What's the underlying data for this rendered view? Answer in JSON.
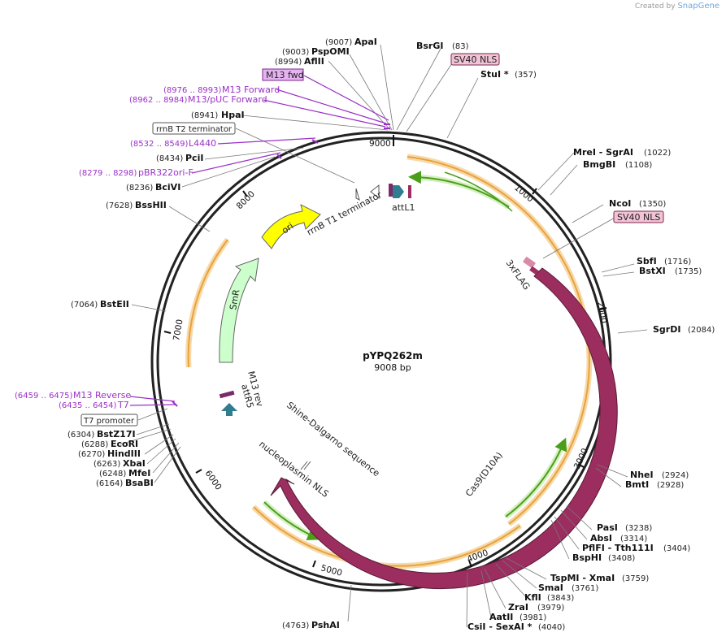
{
  "watermark": {
    "created_by": "Created by",
    "brand": "SnapGene"
  },
  "plasmid": {
    "name": "pYPQ262m",
    "size": "9008 bp"
  },
  "ticks": [
    "9000",
    "1000",
    "2000",
    "3000",
    "4000",
    "5000",
    "6000",
    "7000",
    "8000"
  ],
  "enzymes": [
    {
      "pos": "(9007)",
      "name": "ApaI"
    },
    {
      "pos": "(9003)",
      "name": "PspOMI"
    },
    {
      "pos": "(8994)",
      "name": "AflII"
    },
    {
      "pos": "(8941)",
      "name": "HpaI"
    },
    {
      "pos": "(8434)",
      "name": "PciI"
    },
    {
      "pos": "(8236)",
      "name": "BciVI"
    },
    {
      "pos": "(7628)",
      "name": "BssHII"
    },
    {
      "pos": "(7064)",
      "name": "BstEII"
    },
    {
      "pos": "(6304)",
      "name": "BstZ17I"
    },
    {
      "pos": "(6288)",
      "name": "EcoRI"
    },
    {
      "pos": "(6270)",
      "name": "HindIII"
    },
    {
      "pos": "(6263)",
      "name": "XbaI"
    },
    {
      "pos": "(6248)",
      "name": "MfeI"
    },
    {
      "pos": "(6164)",
      "name": "BsaBI"
    },
    {
      "pos": "(4763)",
      "name": "PshAI"
    },
    {
      "pos": "(83)",
      "name": "BsrGI"
    },
    {
      "pos": "(357)",
      "name": "StuI *"
    },
    {
      "pos": "(1022)",
      "name": "MreI - SgrAI"
    },
    {
      "pos": "(1108)",
      "name": "BmgBI"
    },
    {
      "pos": "(1350)",
      "name": "NcoI"
    },
    {
      "pos": "(1716)",
      "name": "SbfI"
    },
    {
      "pos": "(1735)",
      "name": "BstXI"
    },
    {
      "pos": "(2084)",
      "name": "SgrDI"
    },
    {
      "pos": "(2924)",
      "name": "NheI"
    },
    {
      "pos": "(2928)",
      "name": "BmtI"
    },
    {
      "pos": "(3238)",
      "name": "PasI"
    },
    {
      "pos": "(3314)",
      "name": "AbsI"
    },
    {
      "pos": "(3404)",
      "name": "PflFI - Tth111I"
    },
    {
      "pos": "(3408)",
      "name": "BspHI"
    },
    {
      "pos": "(3759)",
      "name": "TspMI - XmaI"
    },
    {
      "pos": "(3761)",
      "name": "SmaI"
    },
    {
      "pos": "(3843)",
      "name": "KflI"
    },
    {
      "pos": "(3979)",
      "name": "ZraI"
    },
    {
      "pos": "(3981)",
      "name": "AatII"
    },
    {
      "pos": "(4040)",
      "name": "CsiI - SexAI *"
    }
  ],
  "primers": [
    {
      "range": "(8976 .. 8993)",
      "name": "M13 Forward"
    },
    {
      "range": "(8962 .. 8984)",
      "name": "M13/pUC Forward"
    },
    {
      "range": "(8532 .. 8549)",
      "name": "L4440"
    },
    {
      "range": "(8279 .. 8298)",
      "name": "pBR322ori-F"
    },
    {
      "range": "(6459 .. 6475)",
      "name": "M13 Reverse"
    },
    {
      "range": "(6435 .. 6454)",
      "name": "T7"
    }
  ],
  "boxed_labels": {
    "m13_fwd": "M13 fwd",
    "rrnb_t2": "rrnB T2 terminator",
    "sv40_top": "SV40 NLS",
    "sv40_right": "SV40 NLS",
    "t7_promoter": "T7 promoter"
  },
  "features": {
    "rrnb_t1": "rrnB T1 terminator",
    "attl1": "attL1",
    "ori": "ori",
    "smr": "SmR",
    "flag": "3xFLAG",
    "m13_rev": "M13 rev",
    "attr5": "attR5",
    "shine": "Shine-Dalgarno sequence",
    "nls": "nucleoplasmin NLS",
    "cas9": "Cas9(D10A)"
  },
  "colors": {
    "backbone": "#222222",
    "cas9": "#9b2d5f",
    "ori": "#ffff00",
    "smr": "#ccffcc",
    "orf": "#e8a23c",
    "orf_fill": "#f7d9a8",
    "primer": "#9b30c8",
    "attl": "#2f7d8f",
    "green": "#4a9e1a"
  }
}
